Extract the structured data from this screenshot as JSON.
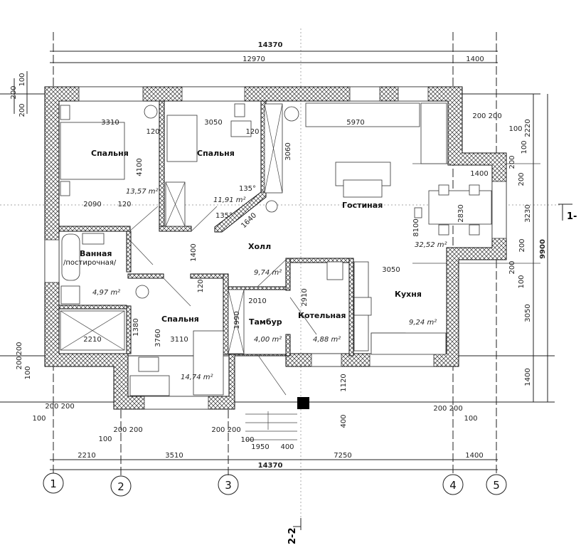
{
  "title": "План этажа",
  "rooms": [
    {
      "name": "Спальня",
      "area": "13,57 m²"
    },
    {
      "name": "Спальня",
      "area": "11,91 m²"
    },
    {
      "name": "Ванная",
      "subtitle": "/постирочная/",
      "area": "4,97 m²"
    },
    {
      "name": "Холл",
      "area": "9,74 m²"
    },
    {
      "name": "Гостиная",
      "area": "32,52 m²"
    },
    {
      "name": "Спальня",
      "area": "14,74 m²"
    },
    {
      "name": "Тамбур",
      "area": "4,00 m²"
    },
    {
      "name": "Котельная",
      "area": "4,88 m²"
    },
    {
      "name": "Кухня",
      "area": "9,24 m²"
    }
  ],
  "dimensions": [
    "14370",
    "12970",
    "1400",
    "200",
    "100",
    "200",
    "3310",
    "3050",
    "120",
    "120",
    "4100",
    "3060",
    "5970",
    "135°",
    "135°",
    "1640",
    "2090",
    "120",
    "1400",
    "2830",
    "8100",
    "1400",
    "2010",
    "2910",
    "1990",
    "3050",
    "1380",
    "3760",
    "3110",
    "2210",
    "120",
    "1120",
    "400",
    "200 200",
    "100",
    "2220",
    "100",
    "200",
    "200",
    "3230",
    "9900",
    "200",
    "200",
    "100",
    "3050",
    "1400",
    "200",
    "200",
    "100",
    "200 200",
    "100",
    "200 200",
    "100",
    "200 200",
    "100",
    "1950",
    "400",
    "200 200",
    "100",
    "2210",
    "3510",
    "7250",
    "1400",
    "14370"
  ],
  "axes": [
    "1",
    "2",
    "3",
    "4",
    "5"
  ],
  "sections": [
    "1-",
    "2-2"
  ]
}
